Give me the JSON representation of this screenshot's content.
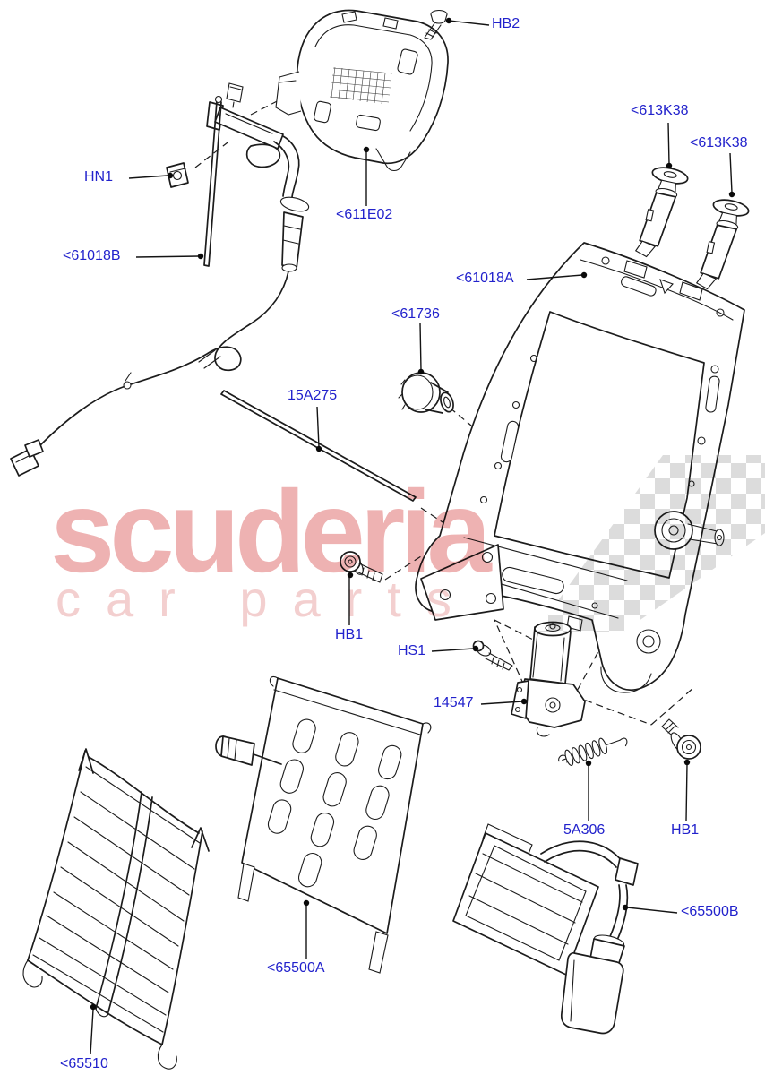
{
  "diagram": {
    "type": "exploded-parts-diagram",
    "subject": "seat backrest frame assembly",
    "label_color": "#2222cc",
    "line_color": "#1c1c1c",
    "labels": [
      {
        "id": "HB2",
        "text": "HB2"
      },
      {
        "id": "HN1",
        "text": "HN1"
      },
      {
        "id": "61018B",
        "text": "<61018B"
      },
      {
        "id": "611E02",
        "text": "<611E02"
      },
      {
        "id": "613K38-1",
        "text": "<613K38"
      },
      {
        "id": "613K38-2",
        "text": "<613K38"
      },
      {
        "id": "61018A",
        "text": "<61018A"
      },
      {
        "id": "61736",
        "text": "<61736"
      },
      {
        "id": "15A275",
        "text": "15A275"
      },
      {
        "id": "HB1-mid",
        "text": "HB1"
      },
      {
        "id": "HS1",
        "text": "HS1"
      },
      {
        "id": "14547",
        "text": "14547"
      },
      {
        "id": "5A306",
        "text": "5A306"
      },
      {
        "id": "HB1-low",
        "text": "HB1"
      },
      {
        "id": "65500B",
        "text": "<65500B"
      },
      {
        "id": "65500A",
        "text": "<65500A"
      },
      {
        "id": "65510",
        "text": "<65510"
      }
    ],
    "watermark": {
      "line1": "scuderia",
      "line2": "car parts",
      "line1_color": "#eeb2b2",
      "line2_color": "#f3cfcf",
      "checker_color": "#dcdcdc"
    }
  }
}
